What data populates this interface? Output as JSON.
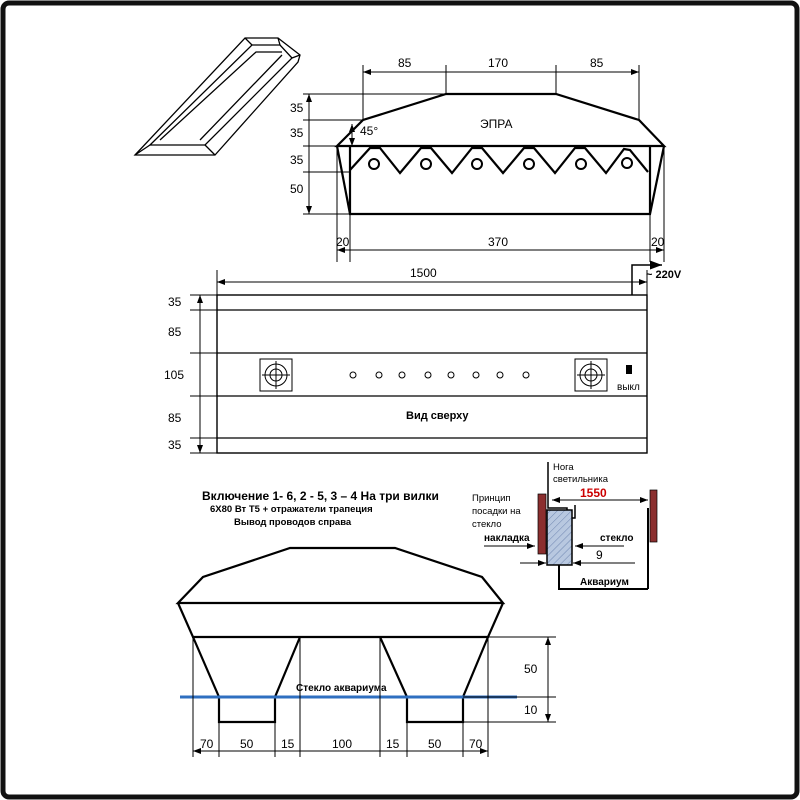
{
  "section_view": {
    "label": "ЭПРА",
    "angle": "45°",
    "top_dims": [
      "85",
      "170",
      "85"
    ],
    "left_dims": [
      "35",
      "35",
      "35",
      "50"
    ],
    "bottom_dims": [
      "20",
      "370",
      "20"
    ]
  },
  "top_view": {
    "length": "1500",
    "power": "~ 220V",
    "left_dims": [
      "35",
      "85",
      "105",
      "85",
      "35"
    ],
    "switch_label": "выкл",
    "caption": "Вид сверху"
  },
  "notes": {
    "line1": "Включение 1- 6, 2 - 5, 3 – 4 На три вилки",
    "line2": "6X80 Вт T5 + отражатели трапеция",
    "line3": "Вывод проводов справа"
  },
  "mount_detail": {
    "leg_label_1": "Нога",
    "leg_label_2": "светильника",
    "principle_1": "Принцип",
    "principle_2": "посадки на",
    "principle_3": "стекло",
    "length": "1550",
    "overlay": "накладка",
    "glass": "стекло",
    "thickness": "9",
    "aquarium": "Аквариум",
    "accent_color": "#cc0000",
    "pad_color": "#8b2e2e",
    "glass_color": "#b8c8e0"
  },
  "bottom_view": {
    "glass_label": "Стекло аквариума",
    "glass_line_color": "#2f6fc0",
    "right_dims": [
      "50",
      "10"
    ],
    "bottom_dims": [
      "70",
      "50",
      "15",
      "100",
      "15",
      "50",
      "70"
    ]
  }
}
